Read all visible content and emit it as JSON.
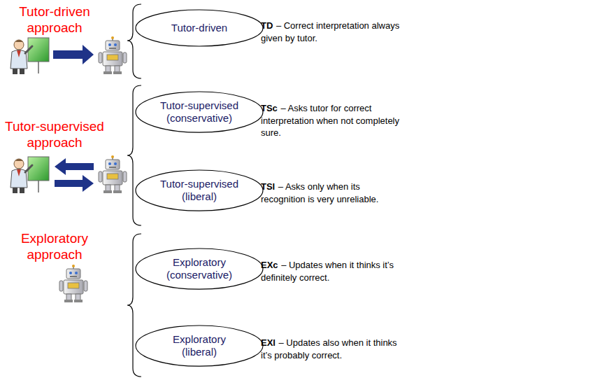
{
  "diagram": {
    "nodes": [
      {
        "text": [
          "Tutor-driven"
        ]
      },
      {
        "text": [
          "Tutor-supervised (conservative)"
        ]
      },
      {
        "text": [
          "Tutor-supervised (liberal)"
        ]
      },
      {
        "text": [
          "Exploratory (conservative)"
        ]
      },
      {
        "text": [
          "Exploratory (liberal)"
        ]
      }
    ],
    "labels": [
      "Tutor-driven approach",
      "TD",
      "– Correct interpretation always given by tutor.",
      "Tutor-supervised approach",
      "TSc",
      "– Asks tutor for correct interpretation when not completely sure.",
      "TSl",
      "– Asks only when its recognition is very unreliable.",
      "Exploratory approach",
      "EXc",
      "– Updates when it thinks it’s definitely correct.",
      "EXl",
      "– Updates also when it thinks it’s probably correct."
    ]
  }
}
